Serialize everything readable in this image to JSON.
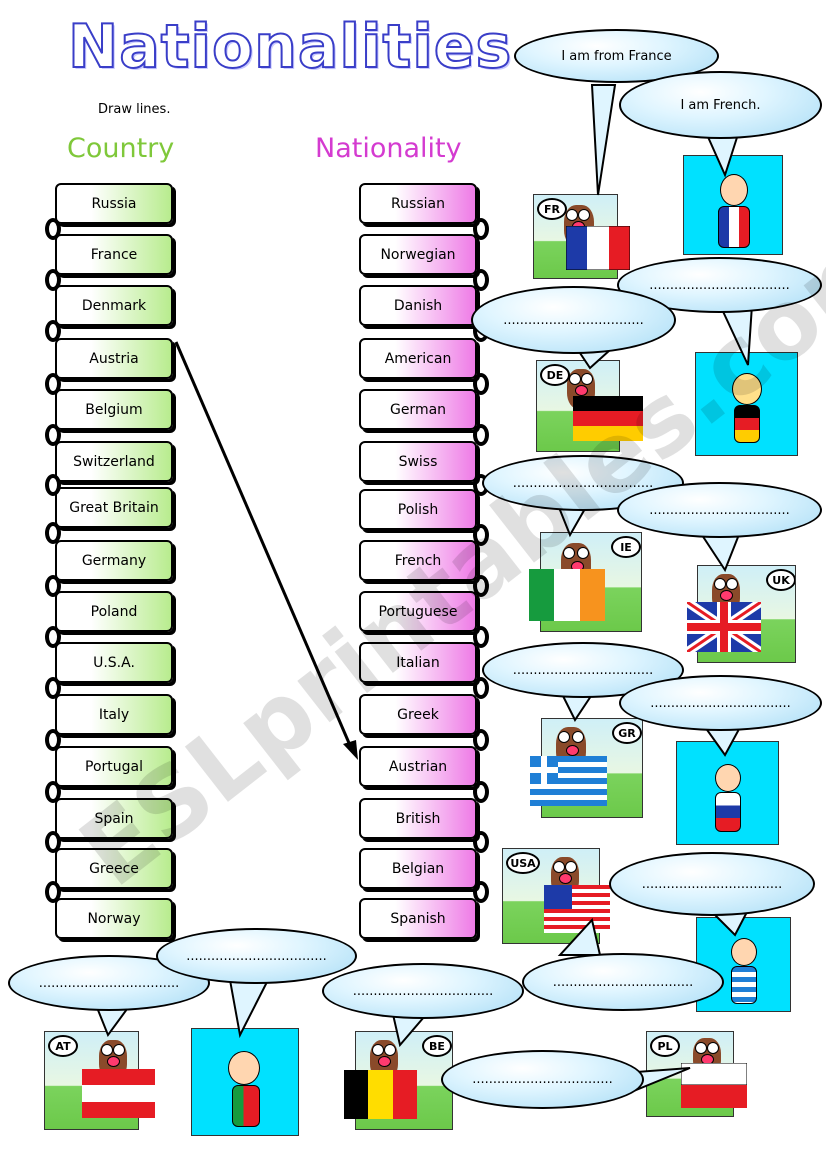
{
  "title": "Nationalities",
  "instruction": "Draw lines.",
  "country_header": "Country",
  "nationality_header": "Nationality",
  "colors": {
    "country_header": "#7fc83a",
    "nationality_header": "#d43bd0",
    "title_outline": "#3a3ec8"
  },
  "countries": [
    "Russia",
    "France",
    "Denmark",
    "Austria",
    "Belgium",
    "Switzerland",
    "Great Britain",
    "Germany",
    "Poland",
    "U.S.A.",
    "Italy",
    "Portugal",
    "Spain",
    "Greece",
    "Norway"
  ],
  "nationalities": [
    "Russian",
    "Norwegian",
    "Danish",
    "American",
    "German",
    "Swiss",
    "Polish",
    "French",
    "Portuguese",
    "Italian",
    "Greek",
    "Austrian",
    "British",
    "Belgian",
    "Spanish"
  ],
  "example_bubbles": {
    "from": "I am from France",
    "nat": "I am French."
  },
  "blank_line": "..................................",
  "flag_tags": {
    "fr": "FR",
    "de": "DE",
    "ie": "IE",
    "uk": "UK",
    "gr": "GR",
    "usa": "USA",
    "at": "AT",
    "be": "BE",
    "pl": "PL"
  },
  "watermark": "ESLprintables.com"
}
